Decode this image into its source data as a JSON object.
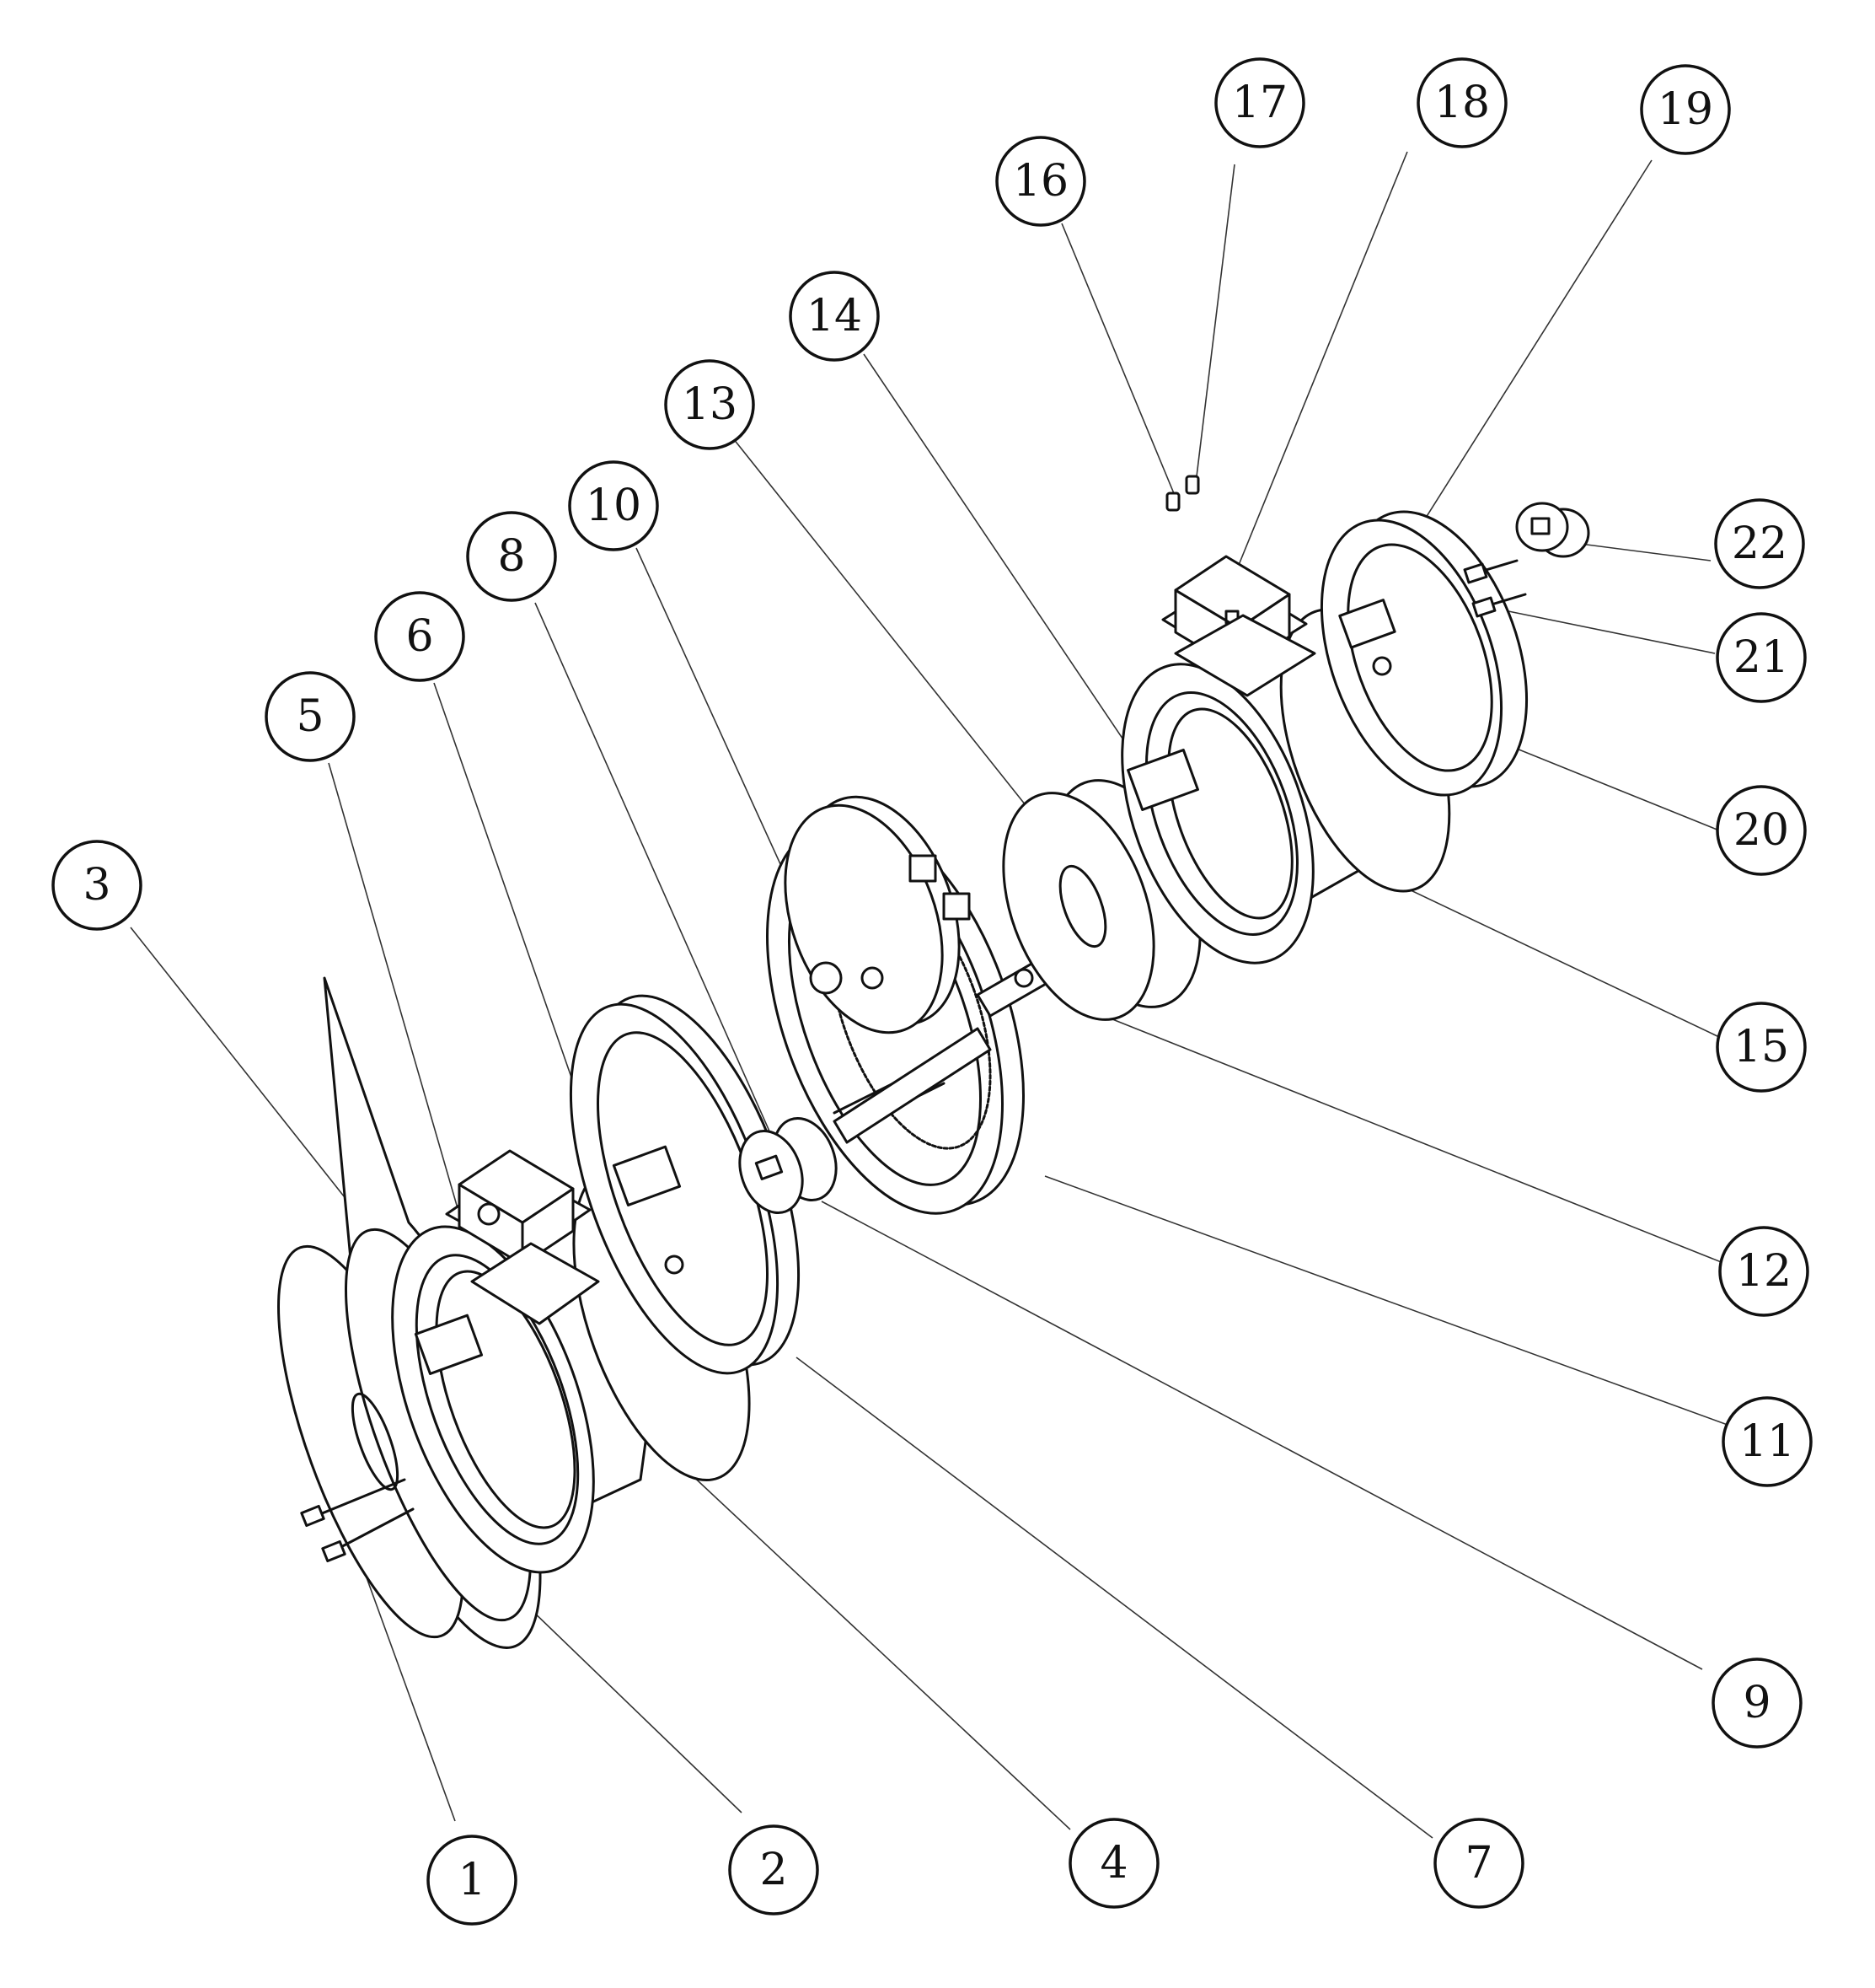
{
  "labels": [
    {
      "id": "1",
      "text": "1"
    },
    {
      "id": "2",
      "text": "2"
    },
    {
      "id": "3",
      "text": "3"
    },
    {
      "id": "4",
      "text": "4"
    },
    {
      "id": "5",
      "text": "5"
    },
    {
      "id": "6",
      "text": "6"
    },
    {
      "id": "7",
      "text": "7"
    },
    {
      "id": "8",
      "text": "8"
    },
    {
      "id": "9",
      "text": "9"
    },
    {
      "id": "10",
      "text": "10"
    },
    {
      "id": "11",
      "text": "11"
    },
    {
      "id": "12",
      "text": "12"
    },
    {
      "id": "13",
      "text": "13"
    },
    {
      "id": "14",
      "text": "14"
    },
    {
      "id": "15",
      "text": "15"
    },
    {
      "id": "16",
      "text": "16"
    },
    {
      "id": "17",
      "text": "17"
    },
    {
      "id": "18",
      "text": "18"
    },
    {
      "id": "19",
      "text": "19"
    },
    {
      "id": "20",
      "text": "20"
    },
    {
      "id": "21",
      "text": "21"
    },
    {
      "id": "22",
      "text": "22"
    }
  ]
}
